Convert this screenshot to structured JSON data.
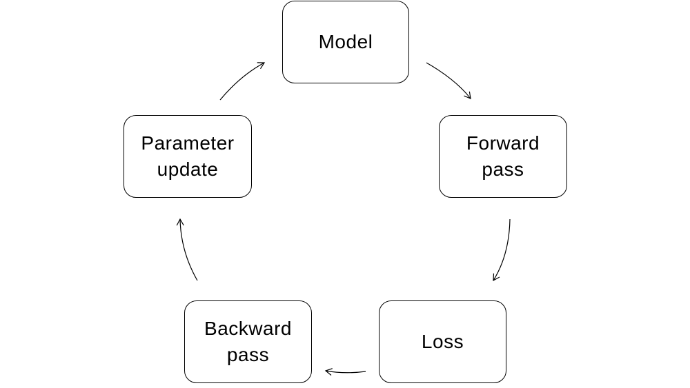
{
  "diagram": {
    "colors": {
      "stroke": "#000000",
      "background": "#ffffff"
    },
    "nodes": [
      {
        "id": "model",
        "label": "Model"
      },
      {
        "id": "forward",
        "label": "Forward\npass"
      },
      {
        "id": "loss",
        "label": "Loss"
      },
      {
        "id": "backward",
        "label": "Backward\npass"
      },
      {
        "id": "update",
        "label": "Parameter\nupdate"
      }
    ],
    "edges": [
      {
        "from": "model",
        "to": "forward"
      },
      {
        "from": "forward",
        "to": "loss"
      },
      {
        "from": "loss",
        "to": "backward"
      },
      {
        "from": "backward",
        "to": "update"
      },
      {
        "from": "update",
        "to": "model"
      }
    ]
  }
}
